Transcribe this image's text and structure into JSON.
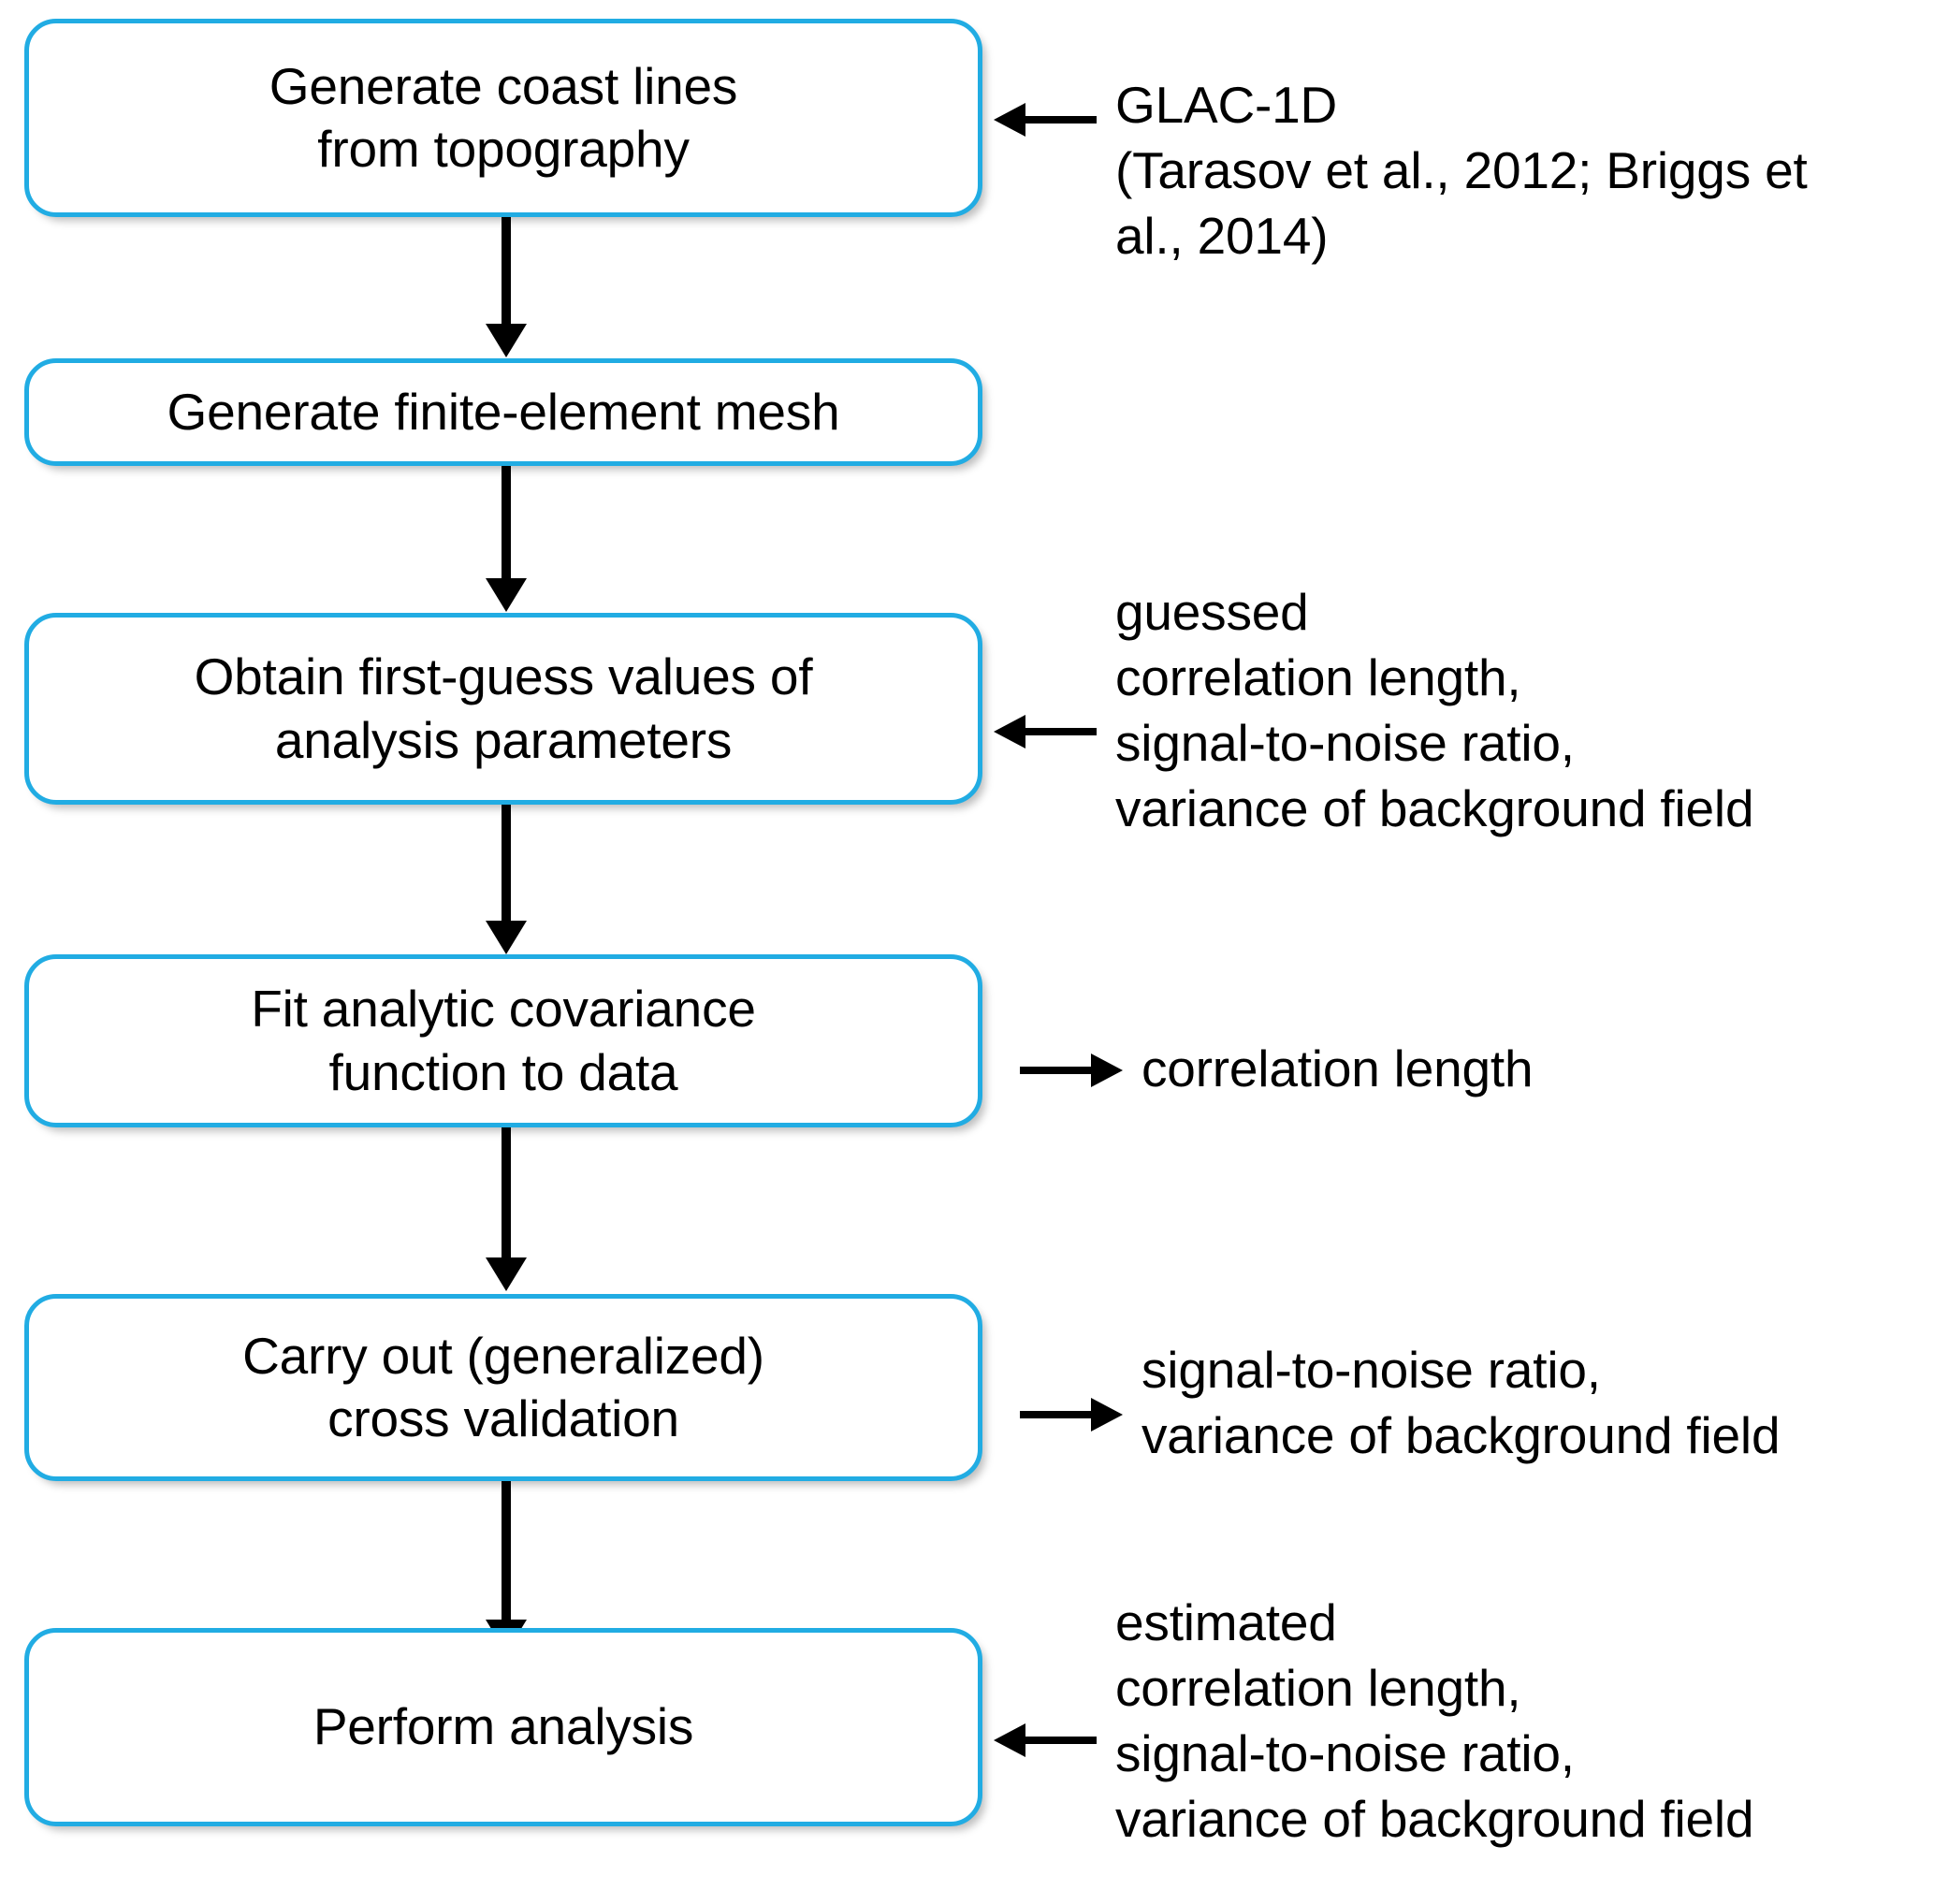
{
  "diagram": {
    "title": "Analysis workflow flowchart",
    "box_border_color": "#21ace3",
    "text_color": "#000000",
    "background_color": "#ffffff",
    "nodes": [
      {
        "id": "generate-coast-lines",
        "label": "Generate coast lines\nfrom topography"
      },
      {
        "id": "generate-finite-element-mesh",
        "label": "Generate finite-element mesh"
      },
      {
        "id": "obtain-first-guess-values",
        "label": "Obtain first-guess values of\nanalysis parameters"
      },
      {
        "id": "fit-analytic-covariance",
        "label": "Fit analytic covariance\nfunction to data"
      },
      {
        "id": "carry-out-cross-validation",
        "label": "Carry out (generalized)\ncross validation"
      },
      {
        "id": "perform-analysis",
        "label": "Perform analysis"
      }
    ],
    "annotations": [
      {
        "id": "glac-1d-input",
        "direction": "left",
        "text": "GLAC-1D\n(Tarasov et al., 2012; Briggs et\nal., 2014)"
      },
      {
        "id": "guessed-parameters-input",
        "direction": "left",
        "text": "guessed\ncorrelation length,\nsignal-to-noise ratio,\nvariance of background field"
      },
      {
        "id": "correlation-length-output",
        "direction": "right",
        "text": "correlation length"
      },
      {
        "id": "cross-validation-output",
        "direction": "right",
        "text": "signal-to-noise ratio,\nvariance of background field"
      },
      {
        "id": "estimated-parameters-input",
        "direction": "left",
        "text": "estimated\ncorrelation length,\nsignal-to-noise ratio,\nvariance of background field"
      }
    ],
    "connectors": [
      {
        "id": "c1",
        "from": "generate-coast-lines",
        "to": "generate-finite-element-mesh"
      },
      {
        "id": "c2",
        "from": "generate-finite-element-mesh",
        "to": "obtain-first-guess-values"
      },
      {
        "id": "c3",
        "from": "obtain-first-guess-values",
        "to": "fit-analytic-covariance"
      },
      {
        "id": "c4",
        "from": "fit-analytic-covariance",
        "to": "carry-out-cross-validation"
      },
      {
        "id": "c5",
        "from": "carry-out-cross-validation",
        "to": "perform-analysis"
      }
    ]
  }
}
